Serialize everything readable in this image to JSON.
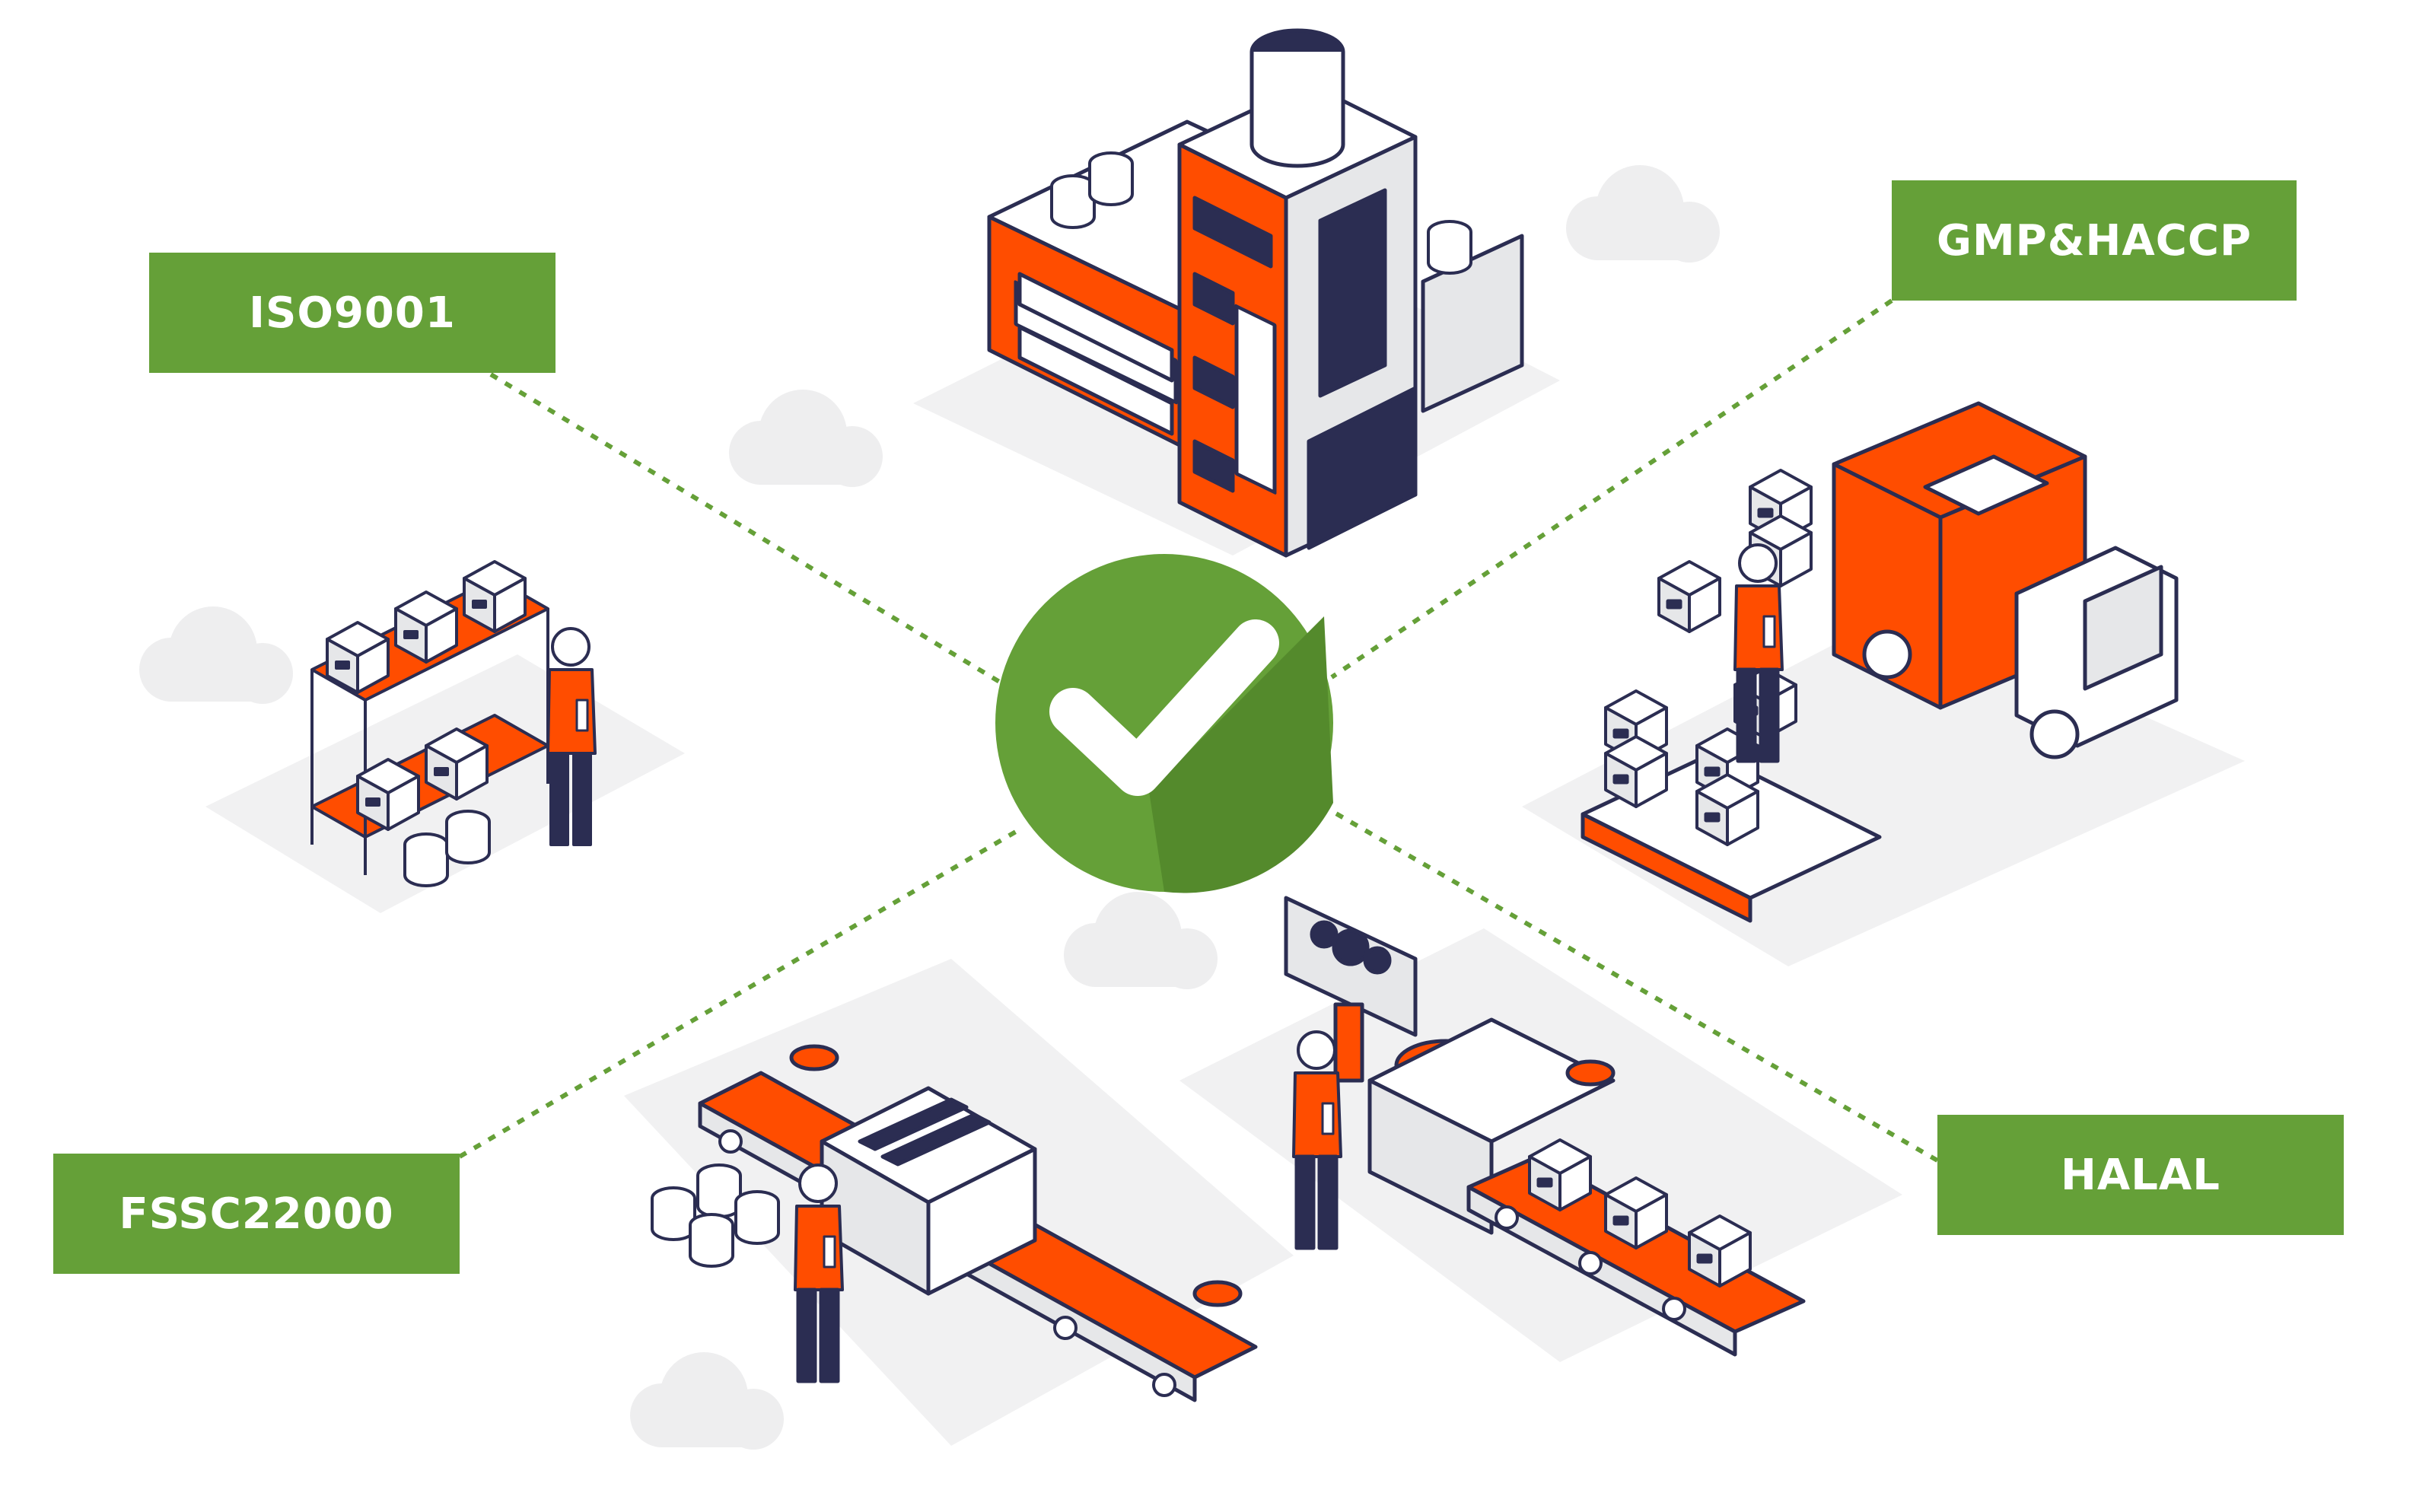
{
  "labels": {
    "iso9001": "ISO9001",
    "gmp_haccp": "GMP&HACCP",
    "fssc22000": "FSSC22000",
    "halal": "HALAL"
  },
  "colors": {
    "label_green": "#65a038",
    "check_green": "#65a038",
    "accent_orange": "#ff4d00",
    "navy": "#2b2d52",
    "light_gray": "#e9eaeb",
    "outline": "#2b2d52"
  },
  "icons": {
    "center": "checkmark-icon",
    "top": "factory-building-icon",
    "left": "warehouse-shelf-icon",
    "right": "delivery-truck-icon",
    "bottom_left": "conveyor-line-icon",
    "bottom_right": "packaging-line-icon"
  }
}
